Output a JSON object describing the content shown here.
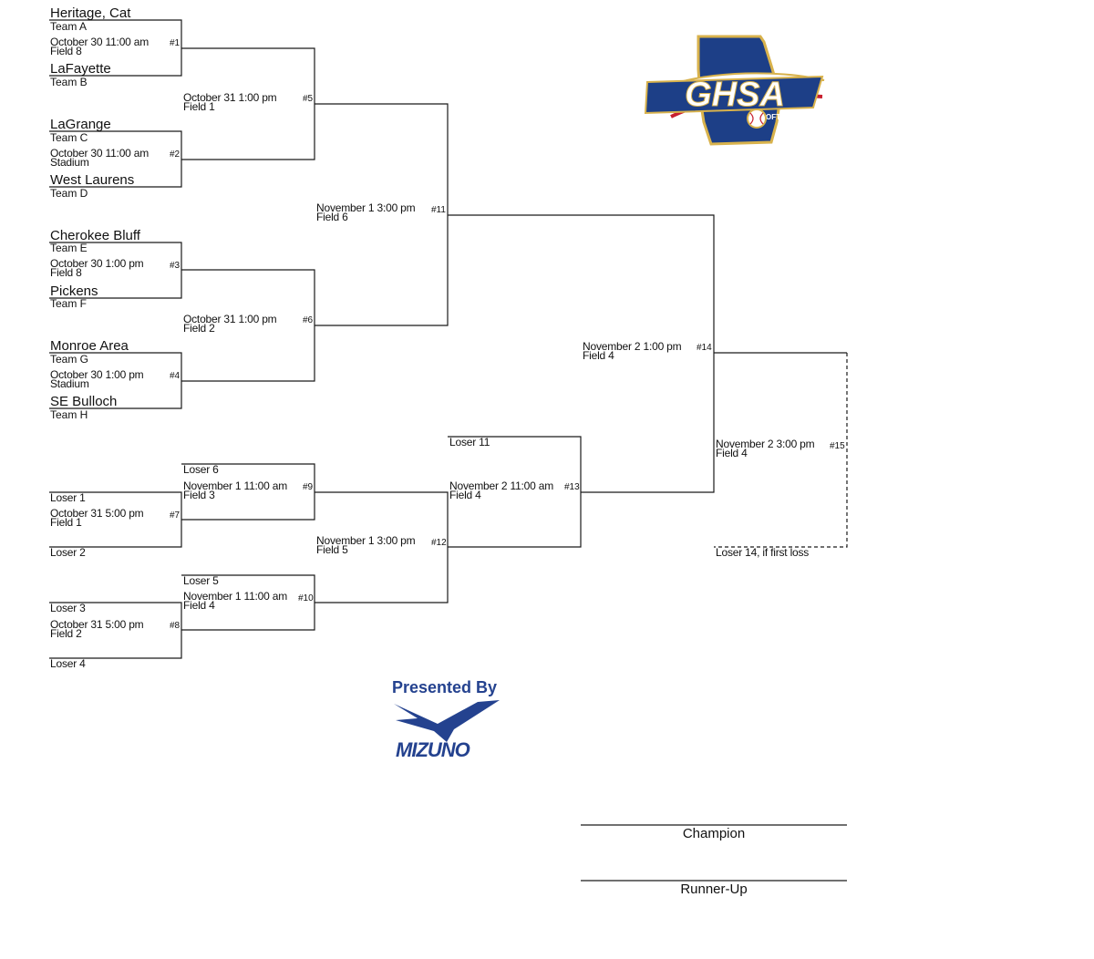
{
  "bracket": {
    "teams": [
      {
        "name": "Heritage, Cat",
        "seed": "Team A"
      },
      {
        "name": "LaFayette",
        "seed": "Team B"
      },
      {
        "name": "LaGrange",
        "seed": "Team C"
      },
      {
        "name": "West Laurens",
        "seed": "Team D"
      },
      {
        "name": "Cherokee Bluff",
        "seed": "Team E"
      },
      {
        "name": "Pickens",
        "seed": "Team F"
      },
      {
        "name": "Monroe Area",
        "seed": "Team G"
      },
      {
        "name": "SE Bulloch",
        "seed": "Team H"
      }
    ],
    "games": {
      "g1": {
        "date": "October 30  11:00 am",
        "field": "Field 8",
        "num": "#1"
      },
      "g2": {
        "date": "October 30  11:00 am",
        "field": "Stadium",
        "num": "#2"
      },
      "g3": {
        "date": "October 30  1:00 pm",
        "field": "Field 8",
        "num": "#3"
      },
      "g4": {
        "date": "October 30  1:00 pm",
        "field": "Stadium",
        "num": "#4"
      },
      "g5": {
        "date": "October 31   1:00 pm",
        "field": "Field 1",
        "num": "#5"
      },
      "g6": {
        "date": "October 31   1:00 pm",
        "field": "Field 2",
        "num": "#6"
      },
      "g7": {
        "date": "October 31   5:00 pm",
        "field": "Field 1",
        "num": "#7"
      },
      "g8": {
        "date": "October 31   5:00 pm",
        "field": "Field 2",
        "num": "#8"
      },
      "g9": {
        "date": "November 1  11:00 am",
        "field": "Field 3",
        "num": "#9"
      },
      "g10": {
        "date": "November 1  11:00 am",
        "field": "Field 4",
        "num": "#10"
      },
      "g11": {
        "date": "November 1  3:00 pm",
        "field": "Field 6",
        "num": "#11"
      },
      "g12": {
        "date": "November 1  3:00 pm",
        "field": "Field 5",
        "num": "#12"
      },
      "g13": {
        "date": "November 2  11:00 am",
        "field": "Field 4",
        "num": "#13"
      },
      "g14": {
        "date": "November 2  1:00 pm",
        "field": "Field 4",
        "num": "#14"
      },
      "g15": {
        "date": "November 2  3:00 pm",
        "field": "Field 4",
        "num": "#15"
      }
    },
    "losers": {
      "l1": "Loser 1",
      "l2": "Loser 2",
      "l3": "Loser 3",
      "l4": "Loser 4",
      "l5": "Loser 5",
      "l6": "Loser 6",
      "l11": "Loser 11",
      "l14": "Loser 14, if first loss"
    },
    "champion_label": "Champion",
    "runner_up_label": "Runner-Up"
  },
  "logos": {
    "ghsa": {
      "text": "GHSA",
      "subtext": "SOFTBALL",
      "primary_color": "#1d3f87",
      "accent_color": "#c8202f",
      "outline_color": "#d8b24c"
    },
    "sponsor": {
      "presented_by": "Presented By",
      "brand": "MIZUNO",
      "color": "#24428f"
    }
  }
}
